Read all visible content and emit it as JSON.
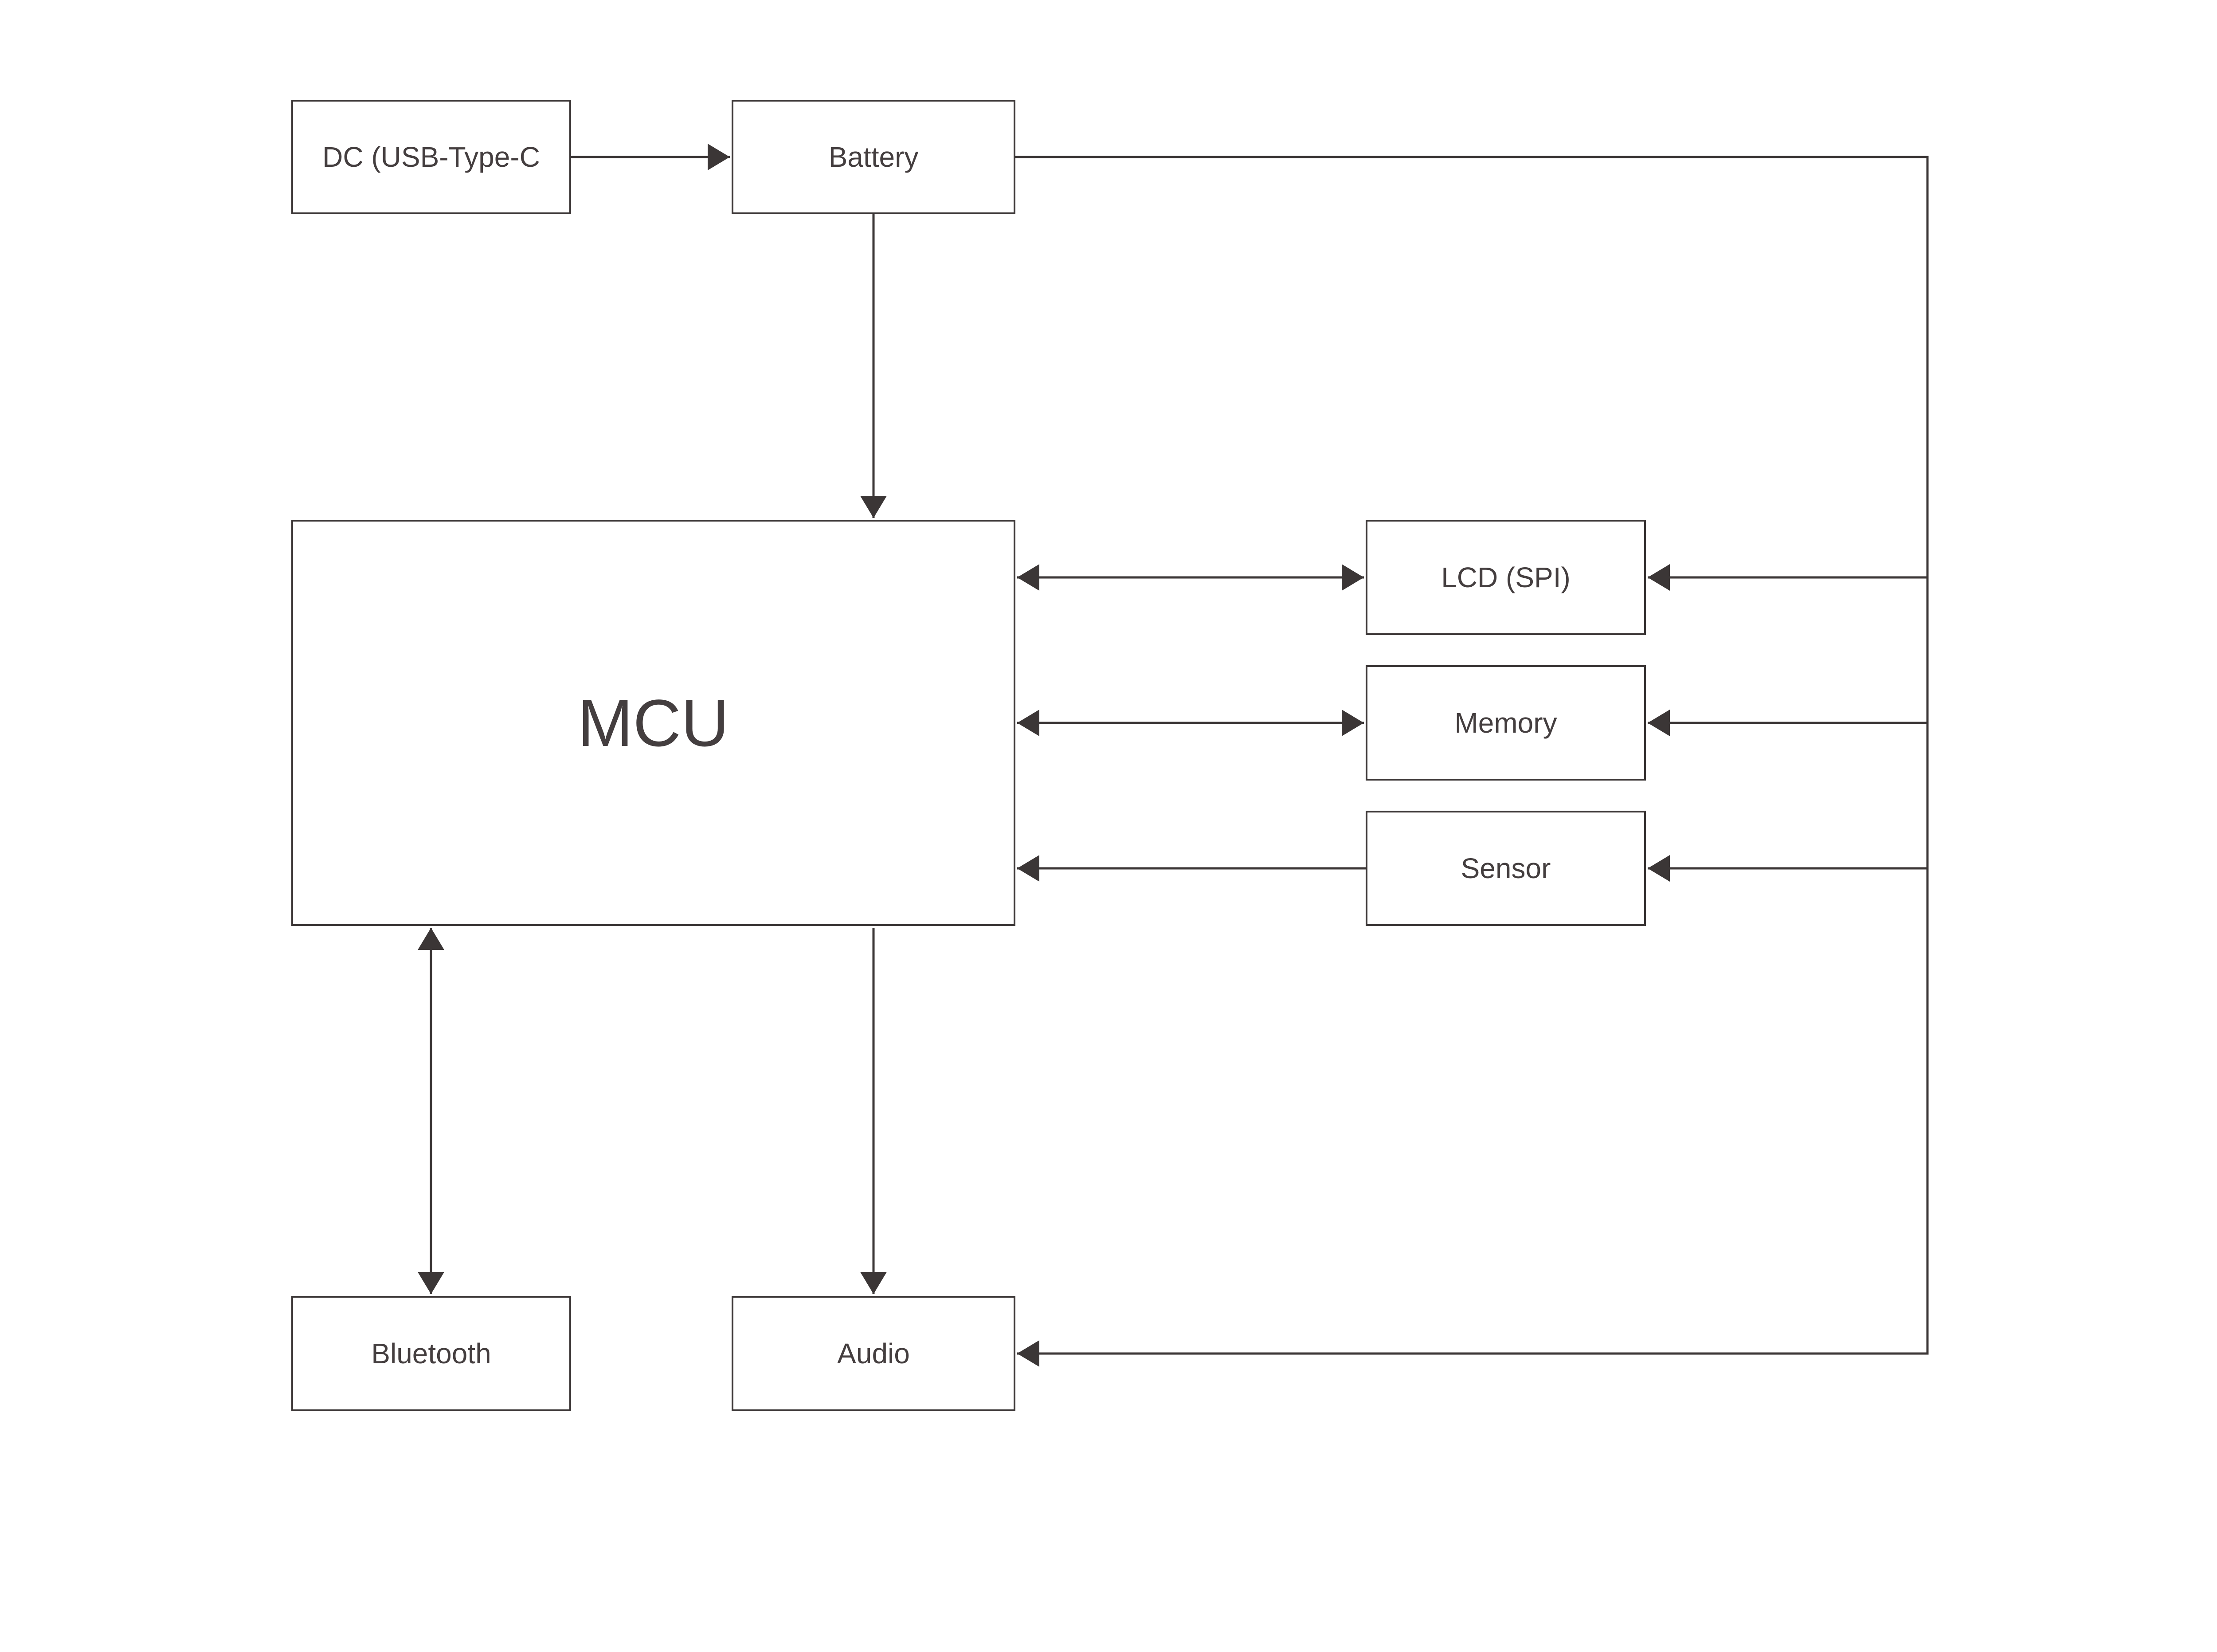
{
  "diagram": {
    "theme": {
      "ink": "#3b3636",
      "text": "#443e3f",
      "background": "#ffffff"
    },
    "nodes": {
      "dc": {
        "label": "DC (USB-Type-C"
      },
      "battery": {
        "label": "Battery"
      },
      "mcu": {
        "label": "MCU"
      },
      "lcd": {
        "label": "LCD (SPI)"
      },
      "memory": {
        "label": "Memory"
      },
      "sensor": {
        "label": "Sensor"
      },
      "bluetooth": {
        "label": "Bluetooth"
      },
      "audio": {
        "label": "Audio"
      }
    },
    "edges": [
      {
        "from": "dc",
        "to": "battery",
        "direction": "one-way"
      },
      {
        "from": "battery",
        "to": "mcu",
        "direction": "one-way"
      },
      {
        "from": "battery",
        "to": "audio",
        "direction": "one-way",
        "route": "right-bus"
      },
      {
        "from": "battery",
        "to": "lcd",
        "direction": "one-way",
        "route": "right-bus"
      },
      {
        "from": "battery",
        "to": "memory",
        "direction": "one-way",
        "route": "right-bus"
      },
      {
        "from": "battery",
        "to": "sensor",
        "direction": "one-way",
        "route": "right-bus"
      },
      {
        "from": "mcu",
        "to": "lcd",
        "direction": "bidirectional"
      },
      {
        "from": "mcu",
        "to": "memory",
        "direction": "bidirectional"
      },
      {
        "from": "sensor",
        "to": "mcu",
        "direction": "one-way"
      },
      {
        "from": "mcu",
        "to": "bluetooth",
        "direction": "bidirectional"
      },
      {
        "from": "mcu",
        "to": "audio",
        "direction": "one-way"
      }
    ]
  }
}
